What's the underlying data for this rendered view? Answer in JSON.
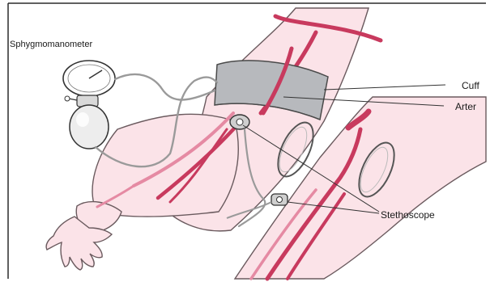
{
  "diagram": {
    "colors": {
      "background": "#ffffff",
      "skin": "#fbe3e8",
      "skin_outline": "#6a5a5e",
      "vessel": "#c83a5e",
      "vessel_light": "#e58aa3",
      "cuff": "#b7b9bd",
      "cuff_outline": "#4a4a4a",
      "tube": "#9a9a9a",
      "frame": "#2b2b2b"
    },
    "labels": {
      "sphygmomanometer": "Sphygmomanometer",
      "cuff": "Cuff",
      "artery": "Arter",
      "stethoscope": "Stethoscope"
    }
  }
}
